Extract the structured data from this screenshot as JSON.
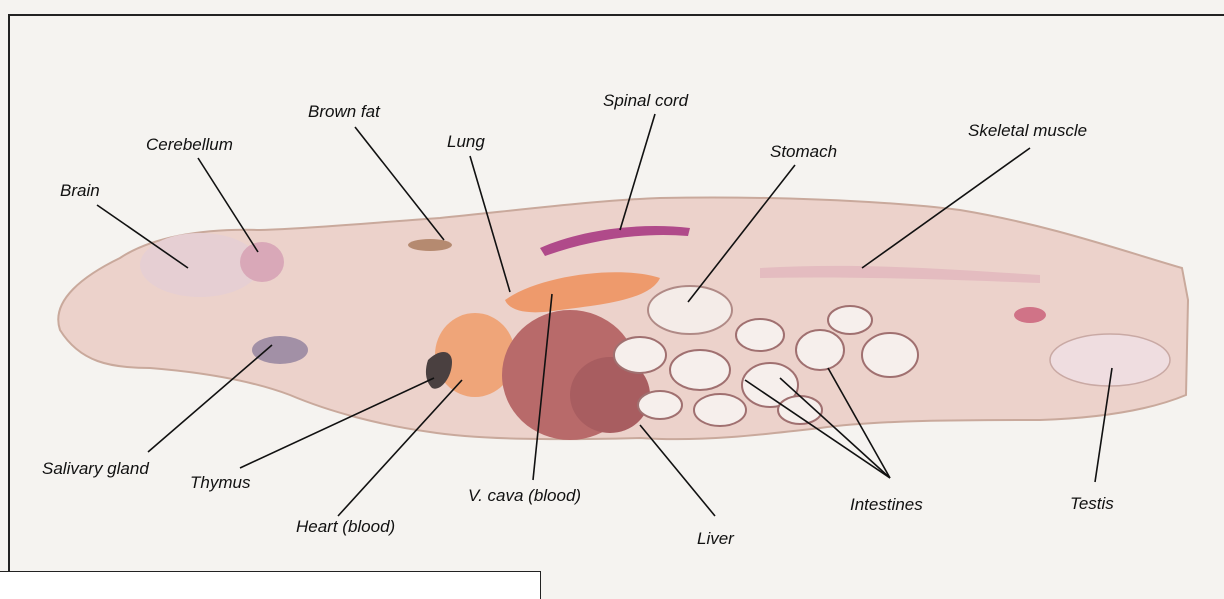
{
  "figure": {
    "labels": {
      "brain": "Brain",
      "cerebellum": "Cerebellum",
      "brown_fat": "Brown fat",
      "lung": "Lung",
      "spinal_cord": "Spinal cord",
      "stomach": "Stomach",
      "skeletal_muscle": "Skeletal muscle",
      "salivary_gland": "Salivary gland",
      "thymus": "Thymus",
      "heart": "Heart (blood)",
      "vcava": "V. cava (blood)",
      "liver": "Liver",
      "intestines": "Intestines",
      "testis": "Testis"
    },
    "colors": {
      "tissue": "#ecd2cb",
      "tissue_edge": "#c9a99c",
      "liver": "#b86a6a",
      "vcava": "#ee9a6c",
      "heart": "#f0a070",
      "spinal_cord": "#b04a8a",
      "dark_tissue": "#4a4040"
    }
  }
}
